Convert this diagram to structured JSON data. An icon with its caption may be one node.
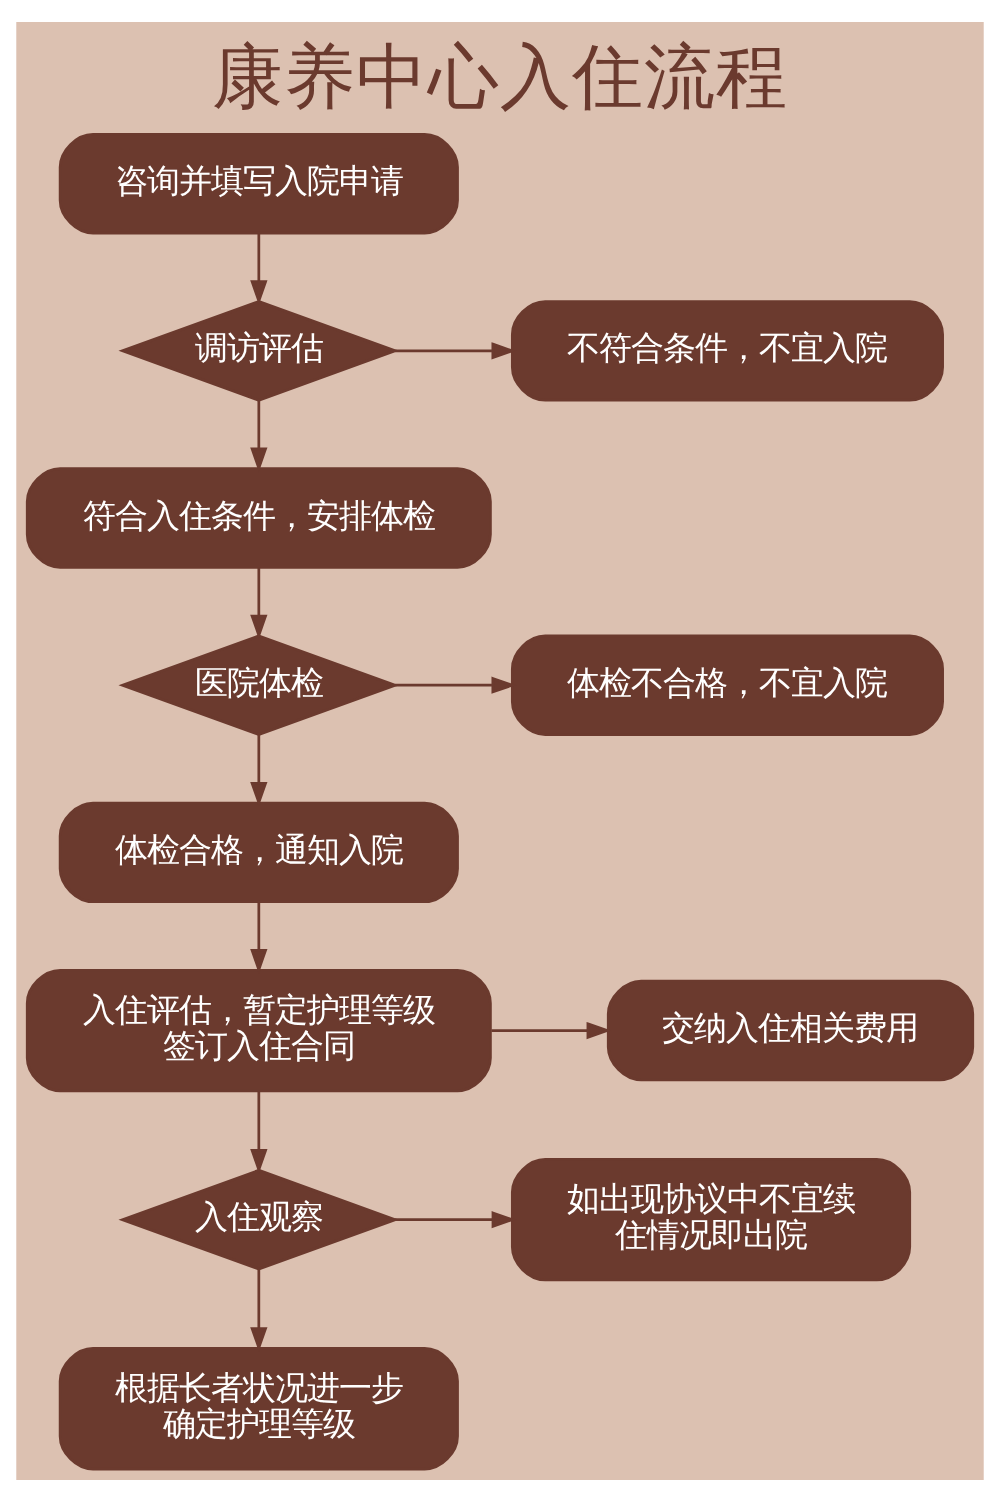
{
  "diagram": {
    "title": "康养中心入住流程",
    "nodes": [
      {
        "text": [
          "咨询并填写入院申请"
        ]
      },
      {
        "text": [
          "调访评估"
        ]
      },
      {
        "text": [
          "不符合条件，不宜入院"
        ]
      },
      {
        "text": [
          "符合入住条件，安排体检"
        ]
      },
      {
        "text": [
          "医院体检"
        ]
      },
      {
        "text": [
          "体检不合格，不宜入院"
        ]
      },
      {
        "text": [
          "体检合格，通知入院"
        ]
      },
      {
        "text": [
          "入住评估，暂定护理等级签订入住合同"
        ]
      },
      {
        "text": [
          "交纳入住相关费用"
        ]
      },
      {
        "text": [
          "入住观察"
        ]
      },
      {
        "text": [
          "如出现协议中不宜续住情况即出院"
        ]
      },
      {
        "text": [
          "根据长者状况进一步确定护理等级"
        ]
      }
    ],
    "edges": [
      {
        "from": 0,
        "to": 1,
        "arrow": "to"
      },
      {
        "from": 1,
        "to": 2,
        "arrow": "to"
      },
      {
        "from": 1,
        "to": 3,
        "arrow": "to"
      },
      {
        "from": 3,
        "to": 4,
        "arrow": "to"
      },
      {
        "from": 4,
        "to": 5,
        "arrow": "to"
      },
      {
        "from": 4,
        "to": 6,
        "arrow": "to"
      },
      {
        "from": 6,
        "to": 7,
        "arrow": "to"
      },
      {
        "from": 7,
        "to": 8,
        "arrow": "to"
      },
      {
        "from": 7,
        "to": 9,
        "arrow": "to"
      },
      {
        "from": 9,
        "to": 10,
        "arrow": "to"
      },
      {
        "from": 9,
        "to": 11,
        "arrow": "to"
      }
    ]
  }
}
